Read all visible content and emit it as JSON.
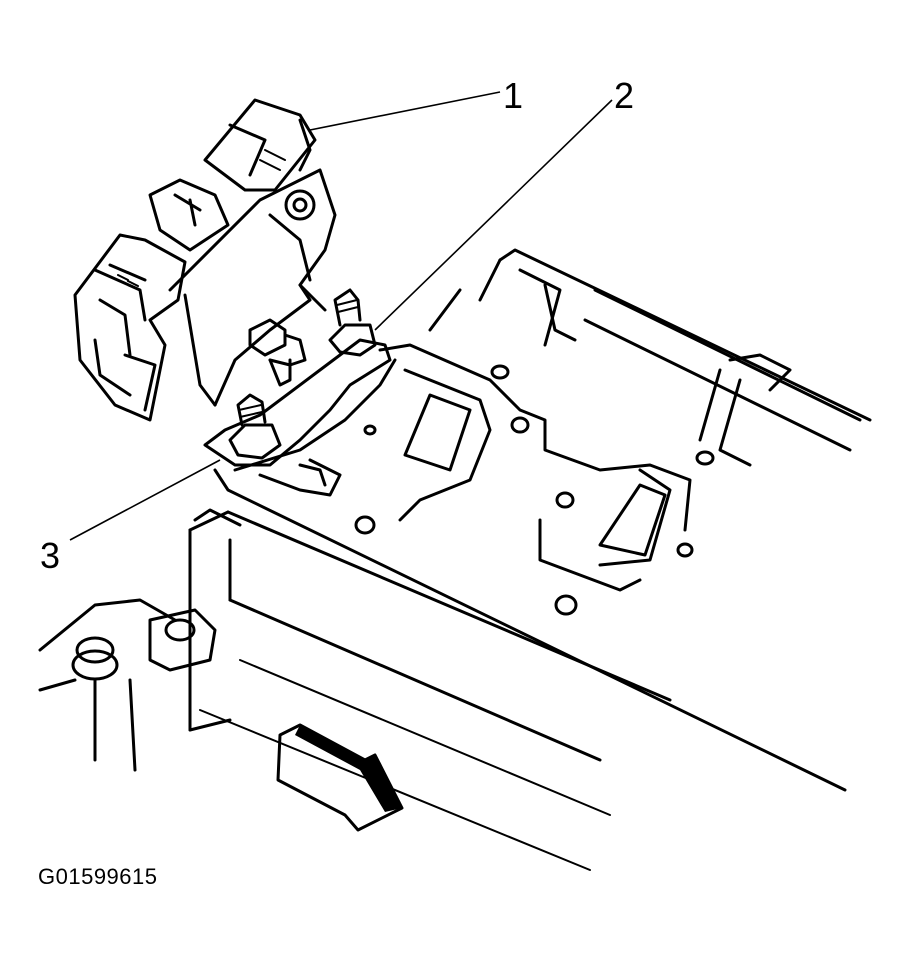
{
  "callouts": [
    {
      "id": "1",
      "label": "1"
    },
    {
      "id": "2",
      "label": "2"
    },
    {
      "id": "3",
      "label": "3"
    }
  ],
  "figure_id": "G01599615"
}
